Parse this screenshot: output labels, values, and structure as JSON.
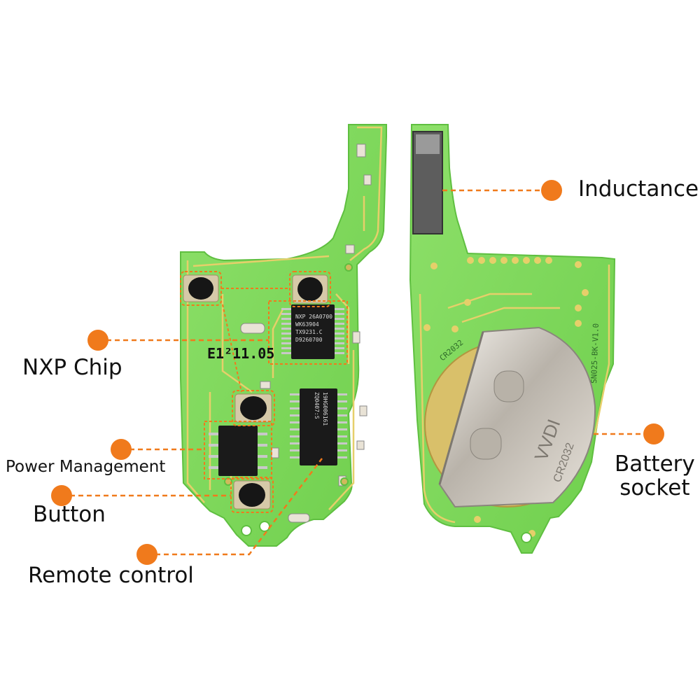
{
  "callouts": {
    "inductance": "Inductance",
    "nxp_chip": "NXP Chip",
    "power_management": "Power Management",
    "button": "Button",
    "remote_control": "Remote control",
    "battery_socket_line1": "Battery",
    "battery_socket_line2": "socket"
  },
  "board_markings": {
    "date_code": "E1²11.05",
    "chip_top": [
      "NXP 26A0700",
      "WK63904",
      "TX9231.C",
      "D9260700"
    ],
    "chip_bottom": [
      "19HG006161",
      "ZQ0407:S"
    ],
    "battery_brand": "VVDI",
    "battery_type": "CR2032",
    "socket_type": "CR2032",
    "board_id": "SN025-BK-V1.0"
  },
  "colors": {
    "pcb_green": "#7fd85a",
    "trace_yellow": "#e6cf6a",
    "callout_orange": "#f07a1c",
    "chip_black": "#1a1a1a",
    "battery_metal": "#c9c4bd"
  }
}
